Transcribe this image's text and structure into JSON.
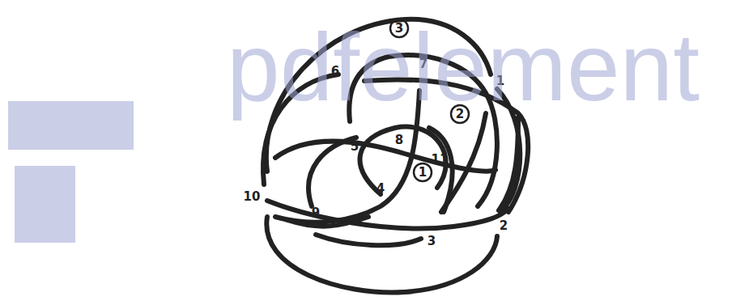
{
  "diagram": {
    "labels": [
      "3",
      "6",
      "7",
      "1",
      "2",
      "5",
      "8",
      "11",
      "1",
      "4",
      "10",
      "9",
      "3",
      "2",
      "pdfelement"
    ]
  }
}
